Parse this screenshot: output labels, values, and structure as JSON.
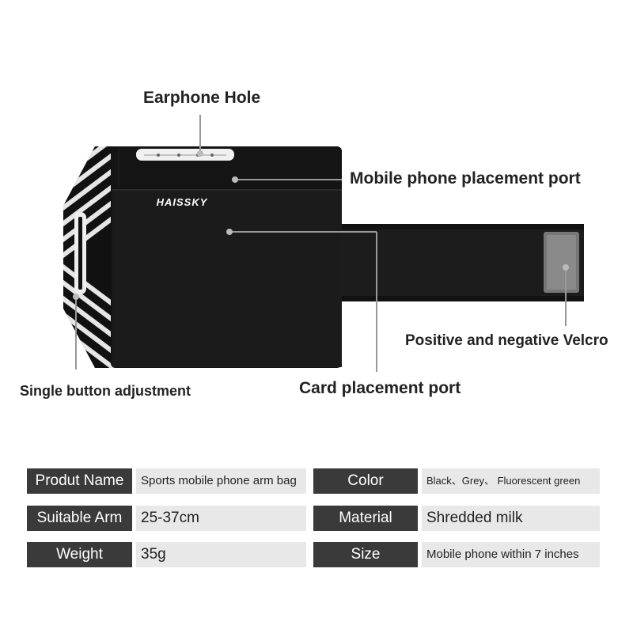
{
  "callouts": {
    "earphone_hole": "Earphone Hole",
    "mobile_port": "Mobile phone placement port",
    "velcro": "Positive and negative Velcro",
    "single_button": "Single button adjustment",
    "card_port": "Card placement port"
  },
  "brand_logo": "HAISSKY",
  "specs": {
    "row1": {
      "label1": "Produt Name",
      "value1": "Sports mobile phone arm bag",
      "label2": "Color",
      "value2": "Black、Grey、 Fluorescent green"
    },
    "row2": {
      "label1": "Suitable Arm",
      "value1": "25-37cm",
      "label2": "Material",
      "value2": "Shredded milk"
    },
    "row3": {
      "label1": "Weight",
      "value1": "35g",
      "label2": "Size",
      "value2": "Mobile phone within 7 inches"
    }
  },
  "colors": {
    "bag_body": "#111111",
    "reflective_stripe": "#e6e6e6",
    "label_bg": "#3a3a3a",
    "value_bg": "#e8e8e8",
    "velcro_patch": "#777777"
  }
}
